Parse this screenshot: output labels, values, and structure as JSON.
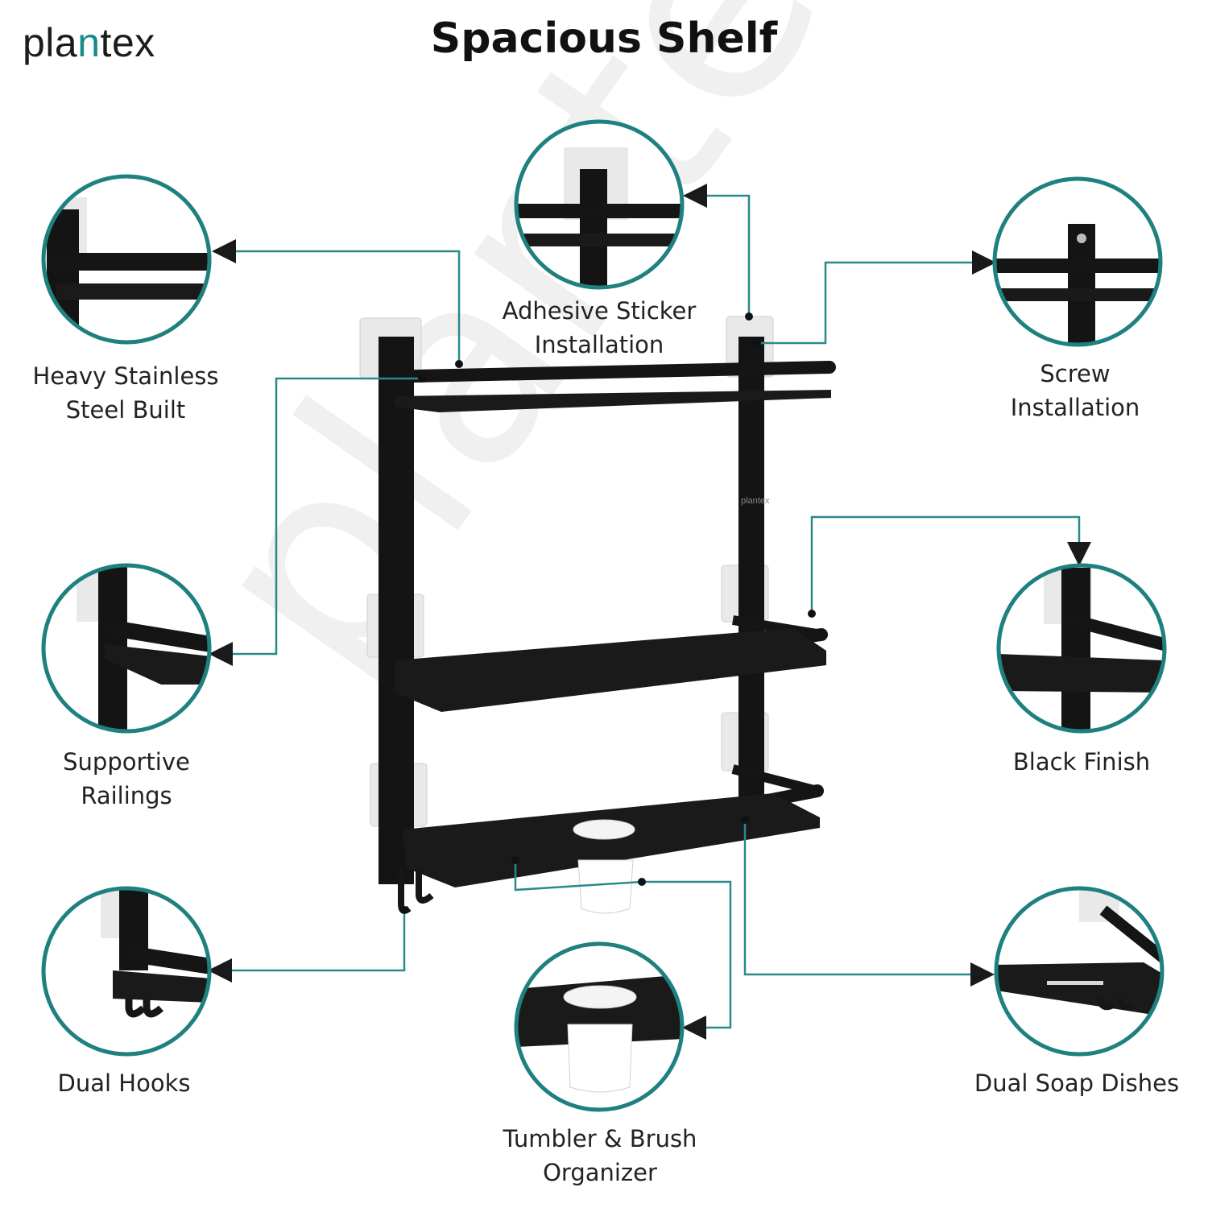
{
  "brand": {
    "logo_prefix": "pla",
    "logo_accent": "n",
    "logo_suffix": "tex",
    "watermark": "plantex",
    "accent_color": "#1a8a8a"
  },
  "title": "Spacious Shelf",
  "features": [
    {
      "id": "heavy-steel",
      "lines": [
        "Heavy Stainless",
        "Steel Built"
      ]
    },
    {
      "id": "adhesive",
      "lines": [
        "Adhesive Sticker",
        "Installation"
      ]
    },
    {
      "id": "screw",
      "lines": [
        "Screw",
        "Installation"
      ]
    },
    {
      "id": "railings",
      "lines": [
        "Supportive",
        "Railings"
      ]
    },
    {
      "id": "black-finish",
      "lines": [
        "Black Finish"
      ]
    },
    {
      "id": "hooks",
      "lines": [
        "Dual Hooks"
      ]
    },
    {
      "id": "tumbler",
      "lines": [
        "Tumbler & Brush",
        "Organizer"
      ]
    },
    {
      "id": "soap",
      "lines": [
        "Dual Soap Dishes"
      ]
    }
  ],
  "colors": {
    "ring": "#1f8080",
    "shelf": "#121212",
    "leader": "#2a8a8a",
    "sticker": "#e9e9e9"
  }
}
